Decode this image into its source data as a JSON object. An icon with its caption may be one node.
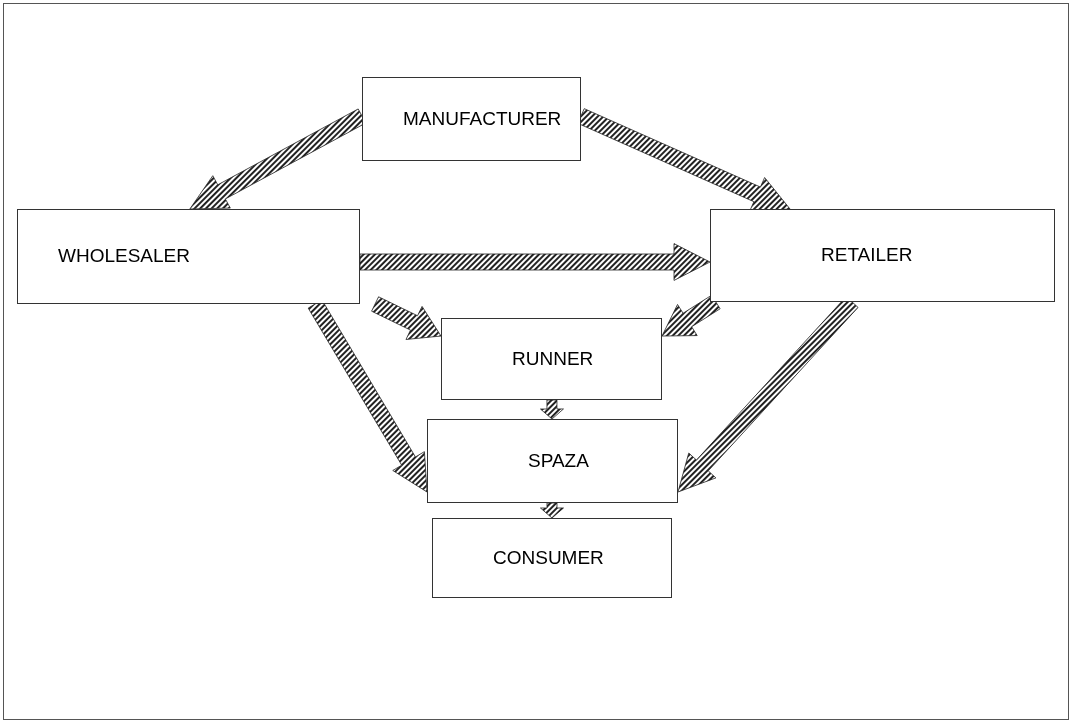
{
  "diagram": {
    "nodes": [
      {
        "text": [
          "MANUFACTURER"
        ]
      },
      {
        "text": [
          "WHOLESALER"
        ]
      },
      {
        "text": [
          "RETAILER"
        ]
      },
      {
        "text": [
          "RUNNER"
        ]
      },
      {
        "text": [
          "SPAZA"
        ]
      },
      {
        "text": [
          "CONSUMER"
        ]
      }
    ],
    "edges": [
      {
        "from": 0,
        "to": 1,
        "arrow": "to"
      },
      {
        "from": 0,
        "to": 2,
        "arrow": "to"
      },
      {
        "from": 1,
        "to": 2,
        "arrow": "to"
      },
      {
        "from": 1,
        "to": 3,
        "arrow": "to"
      },
      {
        "from": 2,
        "to": 3,
        "arrow": "to"
      },
      {
        "from": 1,
        "to": 4,
        "arrow": "to"
      },
      {
        "from": 2,
        "to": 4,
        "arrow": "to"
      },
      {
        "from": 3,
        "to": 4,
        "arrow": "to"
      },
      {
        "from": 4,
        "to": 5,
        "arrow": "to"
      }
    ]
  }
}
